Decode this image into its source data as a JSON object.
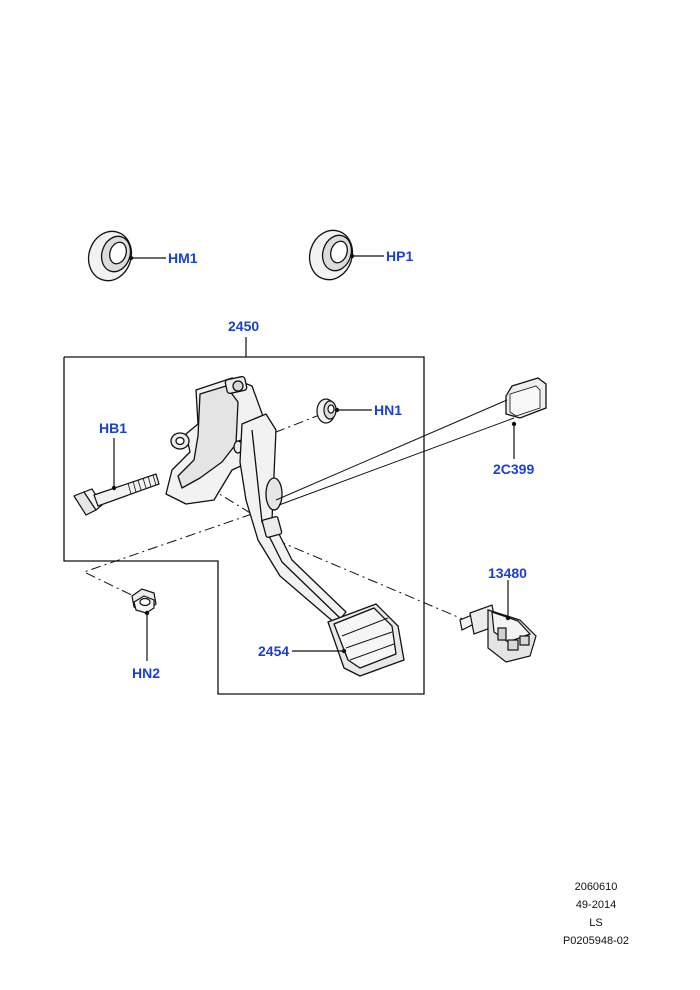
{
  "callouts": {
    "hm1": "HM1",
    "hp1": "HP1",
    "assembly": "2450",
    "hb1": "HB1",
    "hn1": "HN1",
    "cover": "2C399",
    "switch": "13480",
    "pedal_pad": "2454",
    "hn2": "HN2"
  },
  "drawing_info": {
    "line1": "2060610",
    "line2": "49-2014",
    "line3": "LS",
    "line4": "P0205948-02"
  },
  "colors": {
    "callout": "#1a3fd6",
    "line": "#111111",
    "part_fill": "#f2f2f2"
  }
}
